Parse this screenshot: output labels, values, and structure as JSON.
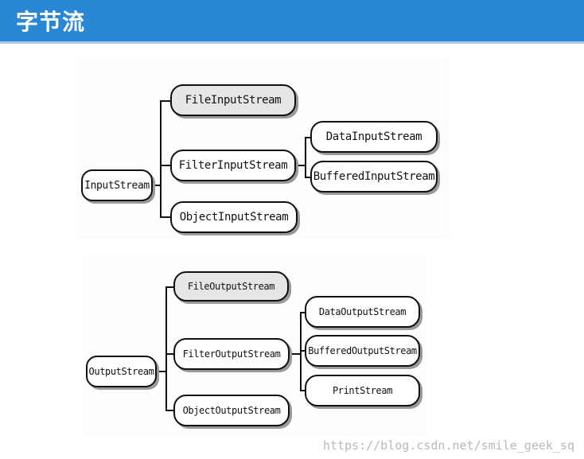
{
  "header": {
    "title": "字节流"
  },
  "input_tree": {
    "root": "InputStream",
    "children": [
      "FileInputStream",
      "FilterInputStream",
      "ObjectInputStream"
    ],
    "filter_children": [
      "DataInputStream",
      "BufferedInputStream"
    ]
  },
  "output_tree": {
    "root": "OutputStream",
    "children": [
      "FileOutputStream",
      "FilterOutputStream",
      "ObjectOutputStream"
    ],
    "filter_children": [
      "DataOutputStream",
      "BufferedOutputStream",
      "PrintStream"
    ]
  },
  "watermark": "https://blog.csdn.net/smile_geek_sq"
}
